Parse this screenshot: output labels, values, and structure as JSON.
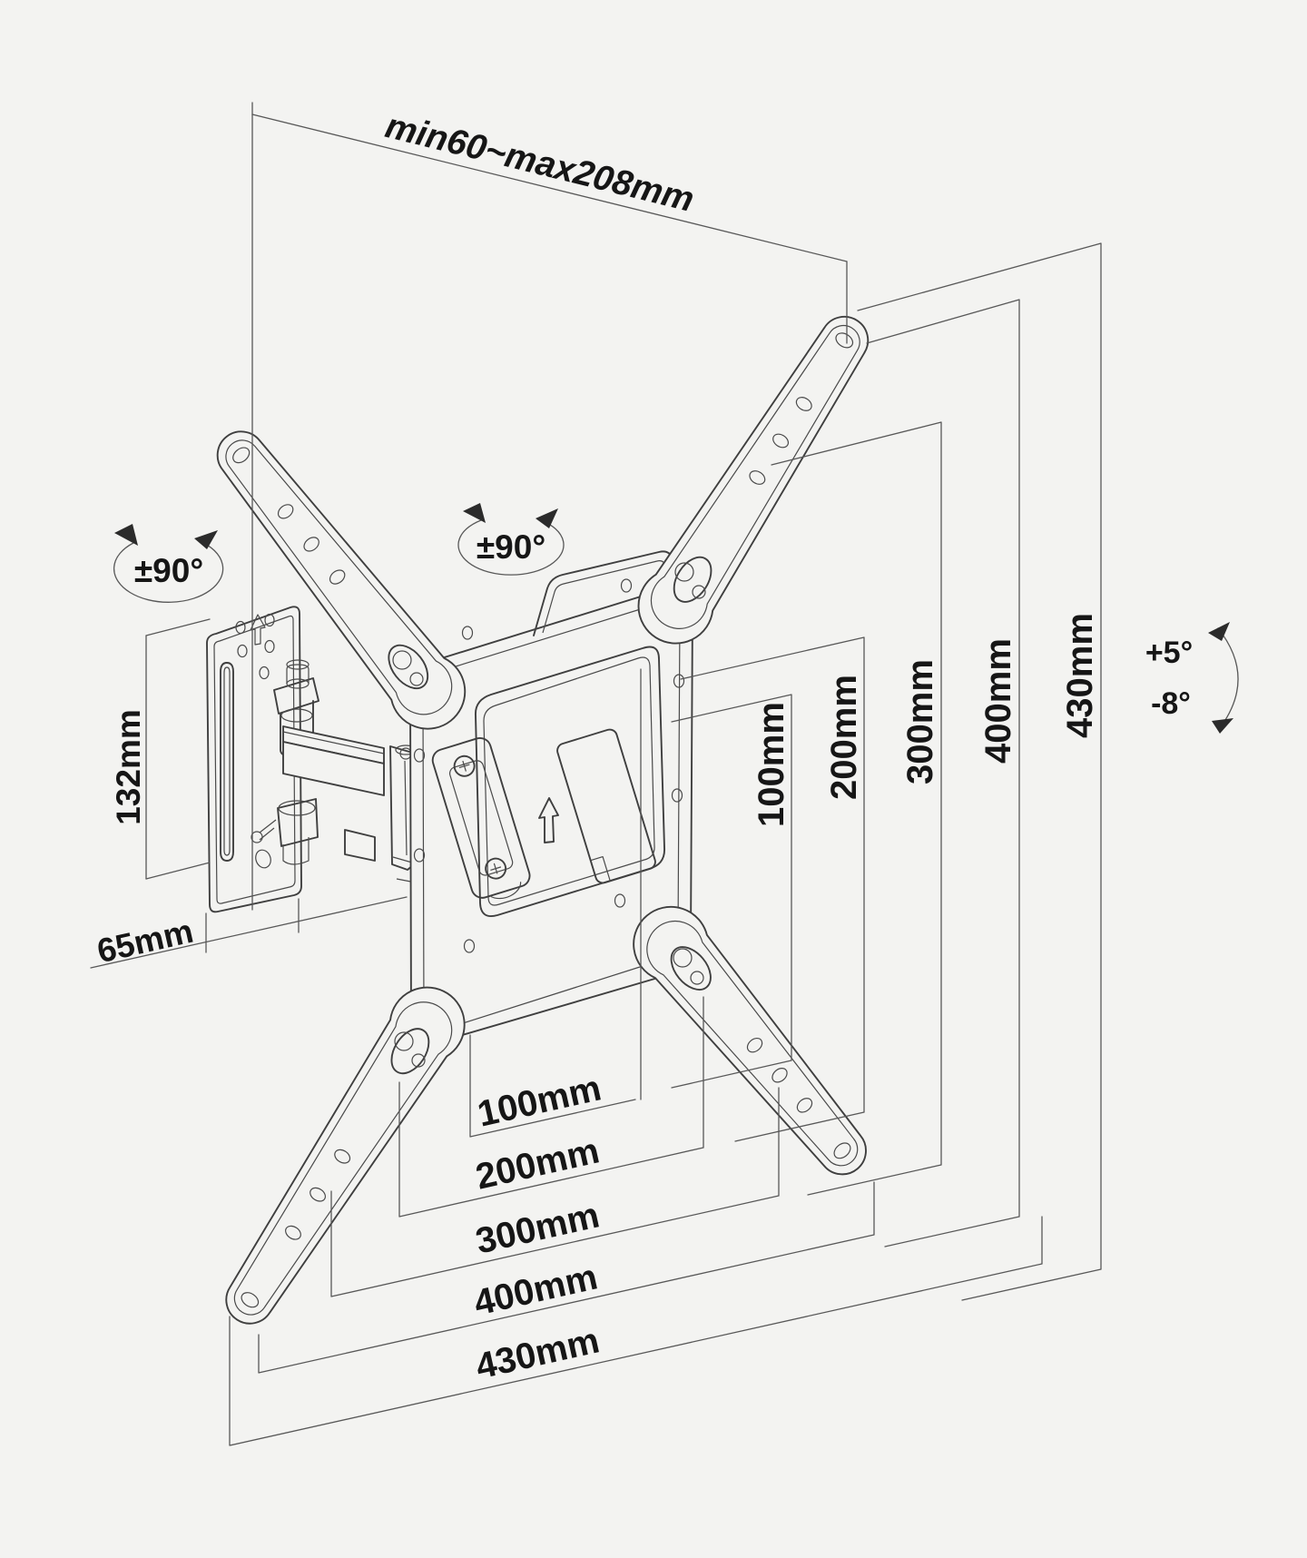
{
  "diagram_title": "TV wall mount bracket dimension diagram",
  "colors": {
    "background": "#f3f3f1",
    "drawing_line": "#3f3f3f",
    "dimension_line": "#585858",
    "label_text": "#161616"
  },
  "annotations": {
    "arm_extension_range": "min60~max208mm",
    "wall_plate_height": "132mm",
    "wall_plate_width": "65mm",
    "swivel_left": "±90°",
    "swivel_center": "±90°",
    "tilt_up": "+5°",
    "tilt_down": "-8°",
    "vesa_heights": [
      "100mm",
      "200mm",
      "300mm",
      "400mm",
      "430mm"
    ],
    "vesa_widths": [
      "100mm",
      "200mm",
      "300mm",
      "400mm",
      "430mm"
    ]
  },
  "icons": {
    "up_arrow": "outline upward arrow (orientation mark)",
    "rotation_arc": "elliptical arc with two arrowheads",
    "tilt_arc": "curved arc with two arrowheads"
  }
}
